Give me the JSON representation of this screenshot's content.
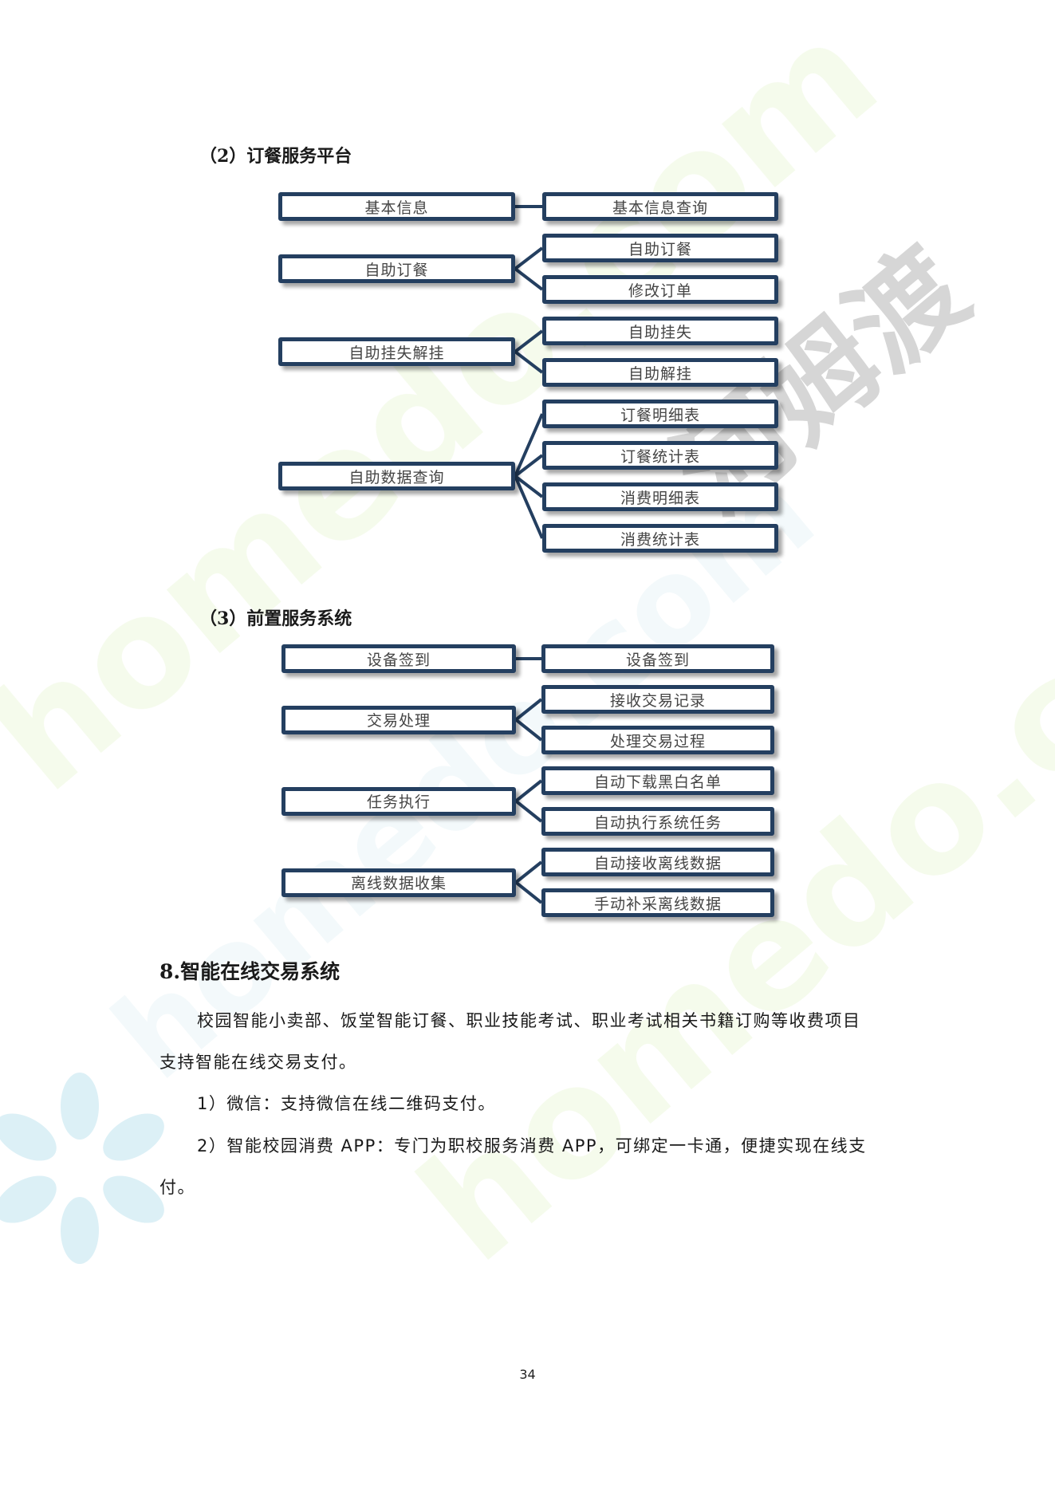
{
  "section2": {
    "heading": "（2）订餐服务平台",
    "groups": [
      {
        "label": "基本信息",
        "children": [
          "基本信息查询"
        ]
      },
      {
        "label": "自助订餐",
        "children": [
          "自助订餐",
          "修改订单"
        ]
      },
      {
        "label": "自助挂失解挂",
        "children": [
          "自助挂失",
          "自助解挂"
        ]
      },
      {
        "label": "自助数据查询",
        "children": [
          "订餐明细表",
          "订餐统计表",
          "消费明细表",
          "消费统计表"
        ]
      }
    ]
  },
  "section3": {
    "heading": "（3）前置服务系统",
    "groups": [
      {
        "label": "设备签到",
        "children": [
          "设备签到"
        ]
      },
      {
        "label": "交易处理",
        "children": [
          "接收交易记录",
          "处理交易过程"
        ]
      },
      {
        "label": "任务执行",
        "children": [
          "自动下载黑白名单",
          "自动执行系统任务"
        ]
      },
      {
        "label": "离线数据收集",
        "children": [
          "自动接收离线数据",
          "手动补采离线数据"
        ]
      }
    ]
  },
  "section8": {
    "title": "8.智能在线交易系统",
    "p1_line1": "校园智能小卖部、饭堂智能订餐、职业技能考试、职业考试相关书籍订购等收费项目",
    "p1_line2": "支持智能在线交易支付。",
    "item1": "1）微信：支持微信在线二维码支付。",
    "item2_line1": "2）智能校园消费 APP：专门为职校服务消费 APP，可绑定一卡通，便捷实现在线支",
    "item2_line2": "付。"
  },
  "watermark": {
    "text_latin": "homedo.com",
    "text_cn": "河姆渡"
  },
  "page_number": "34"
}
